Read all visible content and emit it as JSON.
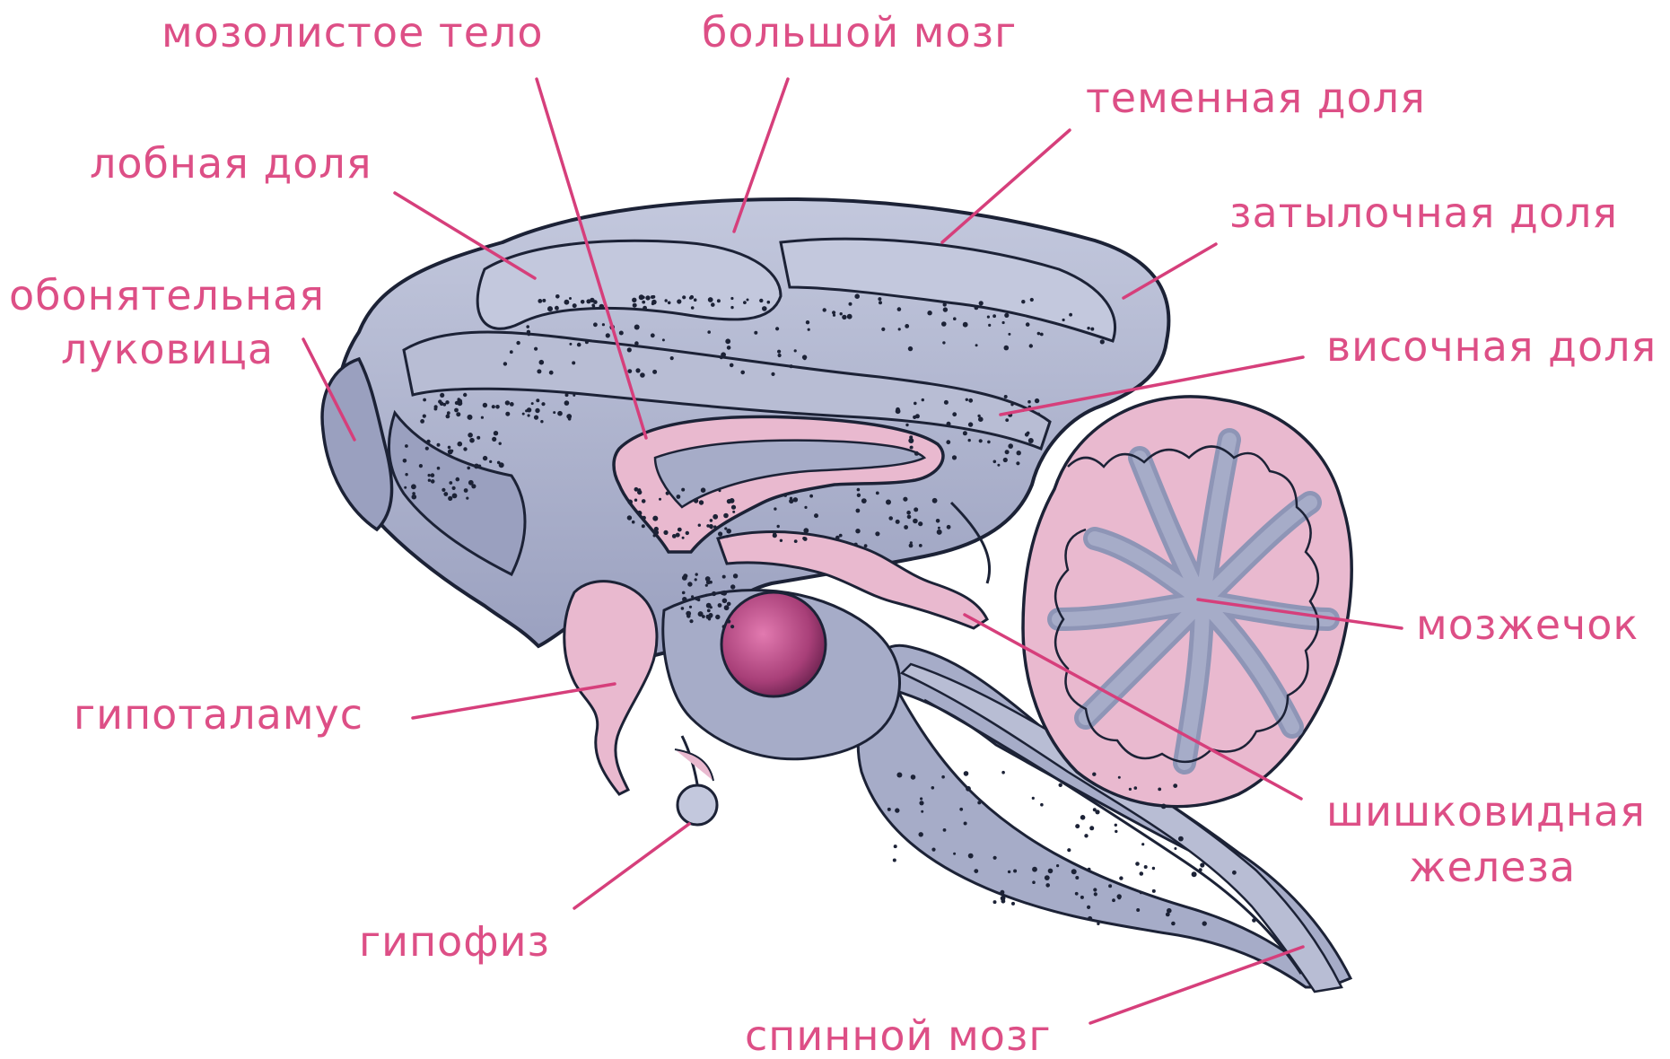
{
  "labels": {
    "corpus_callosum": "мозолистое тело",
    "cerebrum": "большой мозг",
    "parietal_lobe": "теменная доля",
    "frontal_lobe": "лобная доля",
    "occipital_lobe": "затылочная доля",
    "olfactory_bulb_1": "обонятельная",
    "olfactory_bulb_2": "луковица",
    "temporal_lobe": "височная доля",
    "cerebellum": "мозжечок",
    "hypothalamus": "гипоталамус",
    "pineal_gland_1": "шишковидная",
    "pineal_gland_2": "железа",
    "pituitary": "гипофиз",
    "spinal_cord": "спинной мозг"
  },
  "colors": {
    "label_text": "#dd4f86",
    "leader_line": "#d63f7b",
    "brain_fill": "#a6acc8",
    "brain_highlight": "#c3c8dd",
    "brain_outline": "#1c2236",
    "pink_structures": "#e9b9cf",
    "thalamus": "#a83f78",
    "background": "#ffffff"
  }
}
